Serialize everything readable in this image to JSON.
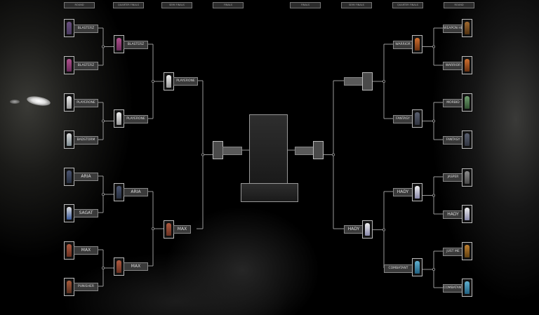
{
  "headers": {
    "left": [
      "ROUND",
      "QUARTER FINALS",
      "SEMI FINALS",
      "FINALS"
    ],
    "right": [
      "FINALS",
      "SEMI FINALS",
      "QUARTER FINALS",
      "ROUND"
    ]
  },
  "left": {
    "round1": [
      "BLASTERZ",
      "BLASTERZ",
      "PLAYERONE",
      "BADSTORM",
      "ARIA",
      "SAGAT",
      "MAX",
      "PUNISHER"
    ],
    "quarter": [
      "BLASTERZ",
      "PLAYERONE",
      "ARIA",
      "MAX"
    ],
    "semi": [
      "PLAYERONE",
      "MAX"
    ],
    "final": ""
  },
  "right": {
    "round1": [
      "WEAPON HD",
      "WARRIOR",
      "MORBID",
      "FANTASY",
      "JASPER",
      "HADY",
      "JUST ME",
      "COMBATANT"
    ],
    "quarter": [
      "WARRIOR",
      "FANTASY",
      "HADY",
      "COMBATANT"
    ],
    "semi": [
      "",
      "HADY"
    ],
    "final": ""
  },
  "colors": {
    "line": "#9a9a9a",
    "plate_bg": "#3a3a3a",
    "plate_border": "#888888"
  }
}
